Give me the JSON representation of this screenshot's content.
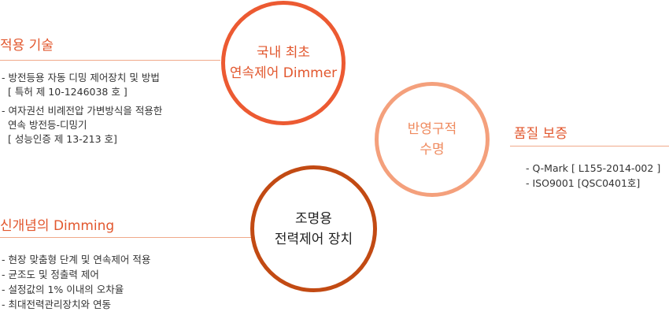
{
  "left_top": {
    "heading": "적용 기술",
    "items": [
      {
        "lines": [
          "- 방전등용 자동 디밍 제어장치 및 방법",
          "[ 특허 제 10-1246038 호 ]"
        ]
      },
      {
        "lines": [
          "- 여자권선 비례전압 가변방식을 적용한",
          "연속 방전등-디밍기",
          "[ 성능인증 제 13-213 호]"
        ]
      }
    ]
  },
  "left_bottom": {
    "heading": "신개념의 Dimming",
    "items": [
      "- 현장 맞춤형 단계 및 연속제어 적용",
      "- 균조도 및 정출력 제어",
      "- 설정값의 1% 이내의 오차율",
      "- 최대전력관리장치와 연동"
    ]
  },
  "right": {
    "heading": "품질 보증",
    "items": [
      "- Q-Mark [ L155-2014-002 ]",
      "- ISO9001 [QSC0401호]"
    ]
  },
  "circles": {
    "top": {
      "line1": "국내 최초",
      "line2": "연속제어 Dimmer",
      "color": "#ec5a32"
    },
    "right": {
      "line1": "반영구적",
      "line2": "수명",
      "color": "#f4a07c"
    },
    "bottom": {
      "line1": "조명용",
      "line2": "전력제어 장치",
      "color": "#c24a13"
    }
  }
}
